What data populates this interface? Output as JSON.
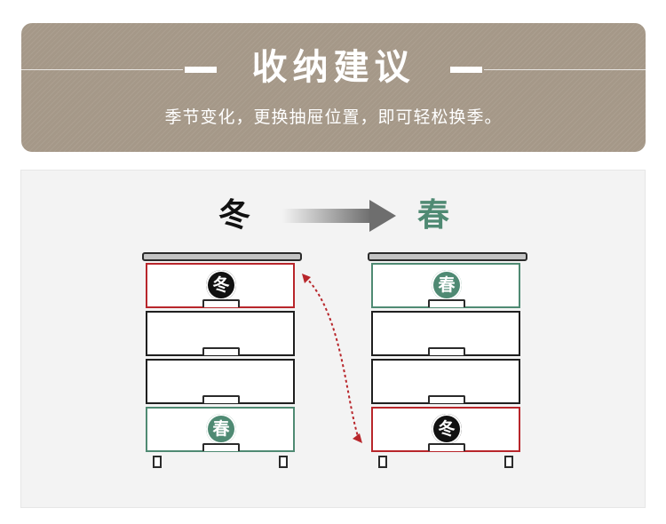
{
  "banner": {
    "title": "收纳建议",
    "subtitle": "季节变化，更换抽屉位置，即可轻松换季。"
  },
  "comparison": {
    "before_label": "冬",
    "after_label": "春",
    "left_cabinet": {
      "drawers": [
        {
          "badge": "冬",
          "badge_style": "dark",
          "border": "red"
        },
        {
          "badge": "",
          "badge_style": "",
          "border": "black"
        },
        {
          "badge": "",
          "badge_style": "",
          "border": "black"
        },
        {
          "badge": "春",
          "badge_style": "green",
          "border": "green"
        }
      ]
    },
    "right_cabinet": {
      "drawers": [
        {
          "badge": "春",
          "badge_style": "green",
          "border": "green"
        },
        {
          "badge": "",
          "badge_style": "",
          "border": "black"
        },
        {
          "badge": "",
          "badge_style": "",
          "border": "black"
        },
        {
          "badge": "冬",
          "badge_style": "dark",
          "border": "red"
        }
      ]
    }
  },
  "colors": {
    "banner_bg": "#a59888",
    "winter": "#111111",
    "spring_green": "#4f8a73",
    "highlight_red": "#b8262b"
  },
  "icons": {
    "arrow": "right-arrow-icon",
    "swap": "double-headed-dotted-arrow-icon"
  }
}
